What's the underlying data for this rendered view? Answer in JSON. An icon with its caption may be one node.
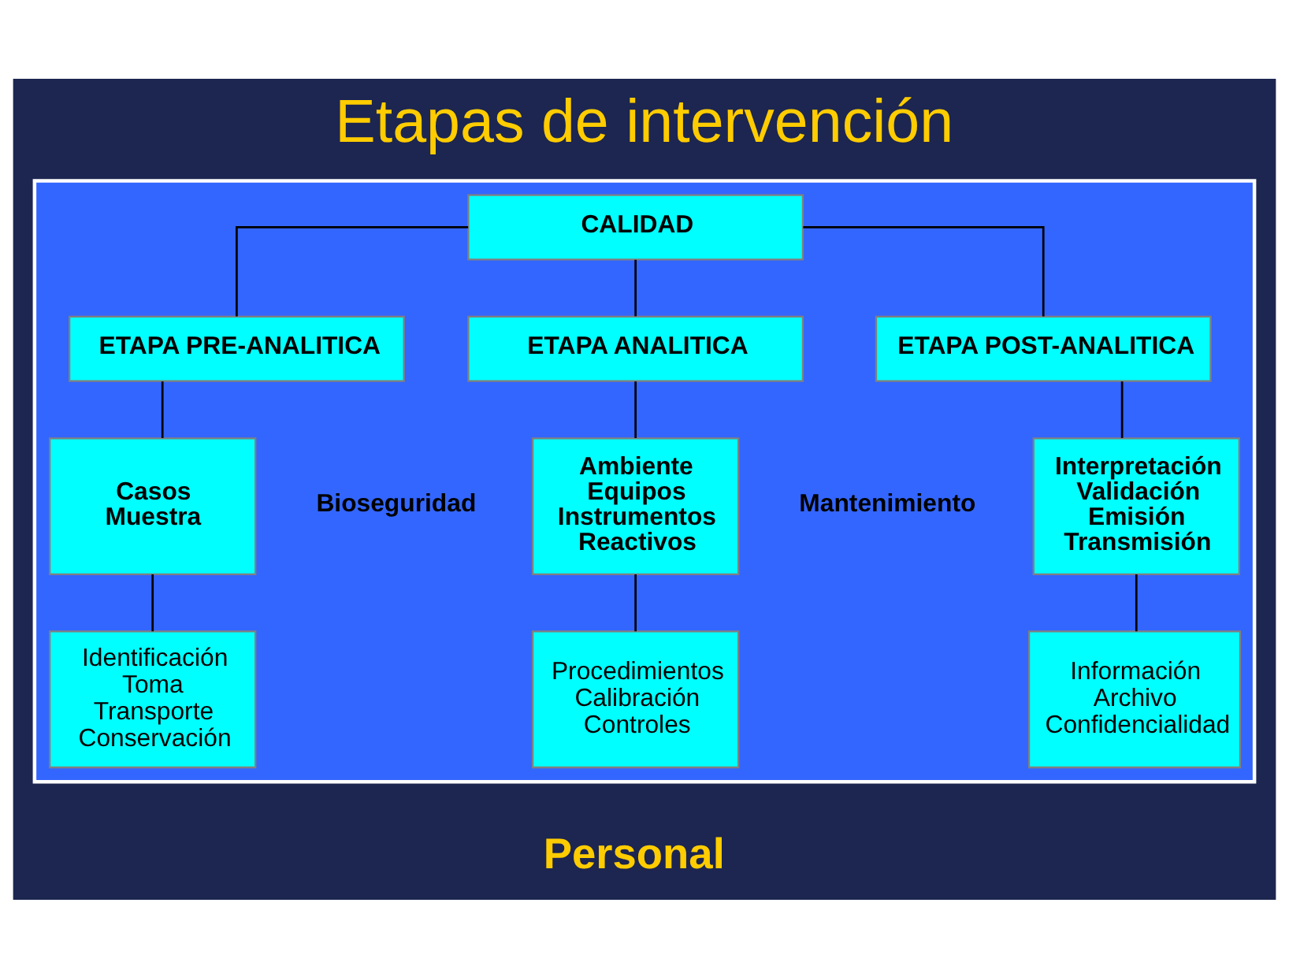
{
  "diagram": {
    "title": "Etapas de intervención",
    "nodes": [
      {
        "text": [],
        "shape": "box"
      },
      {
        "text": [
          "CALIDAD"
        ],
        "in": 0
      },
      {
        "text": [
          "ETAPA PRE-ANALITICA"
        ],
        "in": 0
      },
      {
        "text": [
          "ETAPA ANALITICA"
        ],
        "in": 0
      },
      {
        "text": [
          "ETAPA POST-ANALITICA"
        ],
        "in": 0
      },
      {
        "text": [
          "Casos",
          "Muestra"
        ],
        "in": 0
      },
      {
        "text": [
          "Ambiente",
          "Equipos",
          "Instrumentos",
          "Reactivos"
        ],
        "in": 0
      },
      {
        "text": [
          "Interpretación",
          "Validación",
          "Emisión",
          "Transmisión"
        ],
        "in": 0
      },
      {
        "text": [
          "Identificación",
          "Toma",
          "Transporte",
          "Conservación"
        ],
        "in": 0
      },
      {
        "text": [
          "Procedimientos",
          "Calibración",
          "Controles"
        ],
        "in": 0
      },
      {
        "text": [
          "Información",
          "Archivo",
          "Confidencialidad"
        ],
        "in": 0
      }
    ],
    "edges": [
      {
        "from": 1,
        "to": 2,
        "arrow": "none"
      },
      {
        "from": 1,
        "to": 3,
        "arrow": "none"
      },
      {
        "from": 1,
        "to": 4,
        "arrow": "none"
      },
      {
        "from": 2,
        "to": 5,
        "arrow": "none"
      },
      {
        "from": 3,
        "to": 6,
        "arrow": "none"
      },
      {
        "from": 4,
        "to": 7,
        "arrow": "none"
      },
      {
        "from": 5,
        "to": 8,
        "arrow": "none"
      },
      {
        "from": 6,
        "to": 9,
        "arrow": "none"
      },
      {
        "from": 7,
        "to": 10,
        "arrow": "none"
      }
    ],
    "labels": [
      "Bioseguridad",
      "Mantenimiento",
      "Personal"
    ]
  }
}
